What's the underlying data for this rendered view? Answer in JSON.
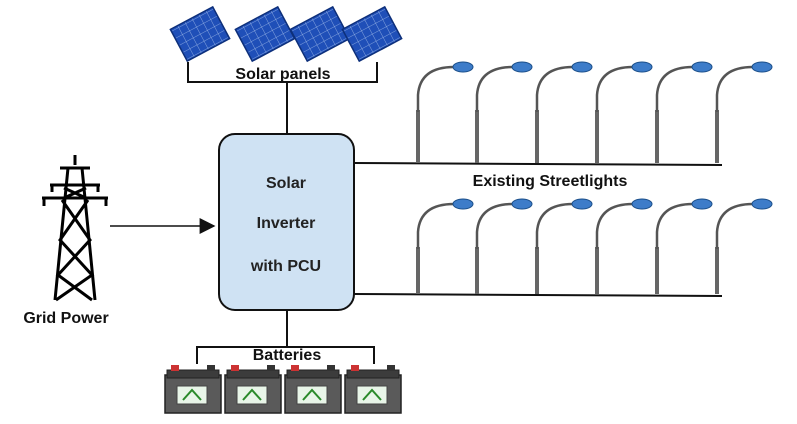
{
  "labels": {
    "solar_panels": "Solar panels",
    "grid_power": "Grid Power",
    "existing_streetlights": "Existing Streetlights",
    "batteries": "Batteries"
  },
  "inverter": {
    "line1": "Solar",
    "line2": "Inverter",
    "line3": "with PCU"
  },
  "counts": {
    "solar_panels": 4,
    "batteries": 4,
    "streetlights_per_row": 6,
    "streetlight_rows": 2
  },
  "colors": {
    "inverter_fill": "#cfe2f3",
    "panel_blue": "#1f4fb8",
    "lamp_head": "#3d7cc9",
    "line": "#111111",
    "battery_body": "#5a5a5a"
  },
  "icons": {
    "grid": "transmission-tower-icon",
    "panel": "solar-panel-icon",
    "battery": "battery-icon",
    "streetlight": "streetlight-icon"
  }
}
